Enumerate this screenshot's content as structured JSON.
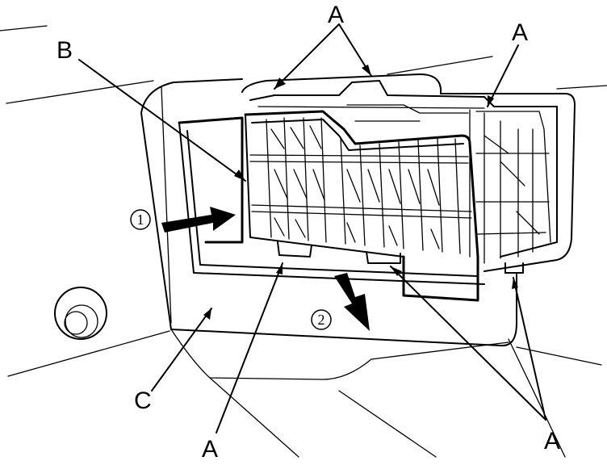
{
  "callouts": {
    "a_top": "A",
    "a_top_right": "A",
    "b": "B",
    "c": "C",
    "a_bottom_left": "A",
    "a_bottom_right": "A"
  },
  "steps": {
    "step1": "1",
    "step2": "2"
  }
}
